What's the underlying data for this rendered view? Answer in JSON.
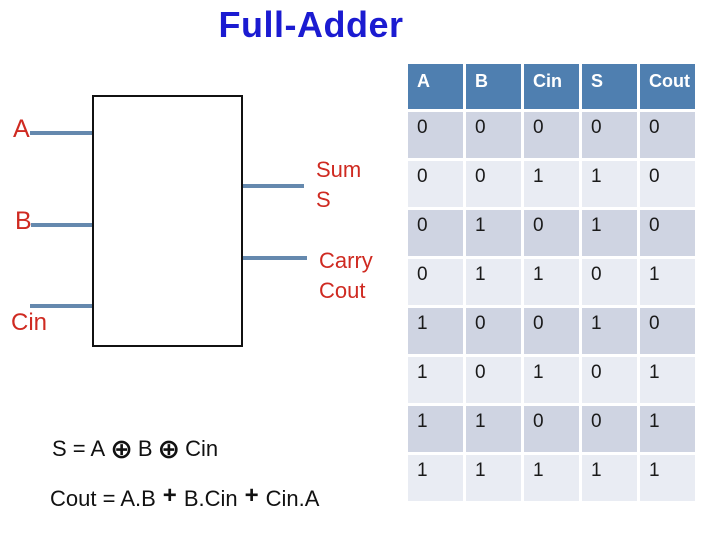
{
  "title": "Full-Adder",
  "colors": {
    "title_blue": "#1b1bd1",
    "label_red": "#cf2a21",
    "wire_blue": "#6589ae",
    "box_border": "#111111",
    "table_header_bg": "#4f7fb0",
    "table_header_text": "#ffffff",
    "row_odd_bg": "#cfd4e2",
    "row_even_bg": "#e9ecf3",
    "equation_text": "#111111"
  },
  "diagram": {
    "input_a": "A",
    "input_b": "B",
    "input_cin": "Cin",
    "output_sum_line1": "Sum",
    "output_sum_line2": "S",
    "output_carry_line1": "Carry",
    "output_carry_line2": "Cout"
  },
  "equations": {
    "sum": {
      "parts": [
        "S = A",
        "⊕",
        "B",
        "⊕",
        "Cin"
      ]
    },
    "cout": {
      "parts": [
        "Cout = A.B",
        "+",
        "B.Cin",
        "+",
        "Cin.A"
      ]
    }
  },
  "truth_table": {
    "headers": [
      "A",
      "B",
      "Cin",
      "S",
      "Cout"
    ],
    "rows": [
      [
        "0",
        "0",
        "0",
        "0",
        "0"
      ],
      [
        "0",
        "0",
        "1",
        "1",
        "0"
      ],
      [
        "0",
        "1",
        "0",
        "1",
        "0"
      ],
      [
        "0",
        "1",
        "1",
        "0",
        "1"
      ],
      [
        "1",
        "0",
        "0",
        "1",
        "0"
      ],
      [
        "1",
        "0",
        "1",
        "0",
        "1"
      ],
      [
        "1",
        "1",
        "0",
        "0",
        "1"
      ],
      [
        "1",
        "1",
        "1",
        "1",
        "1"
      ]
    ]
  }
}
